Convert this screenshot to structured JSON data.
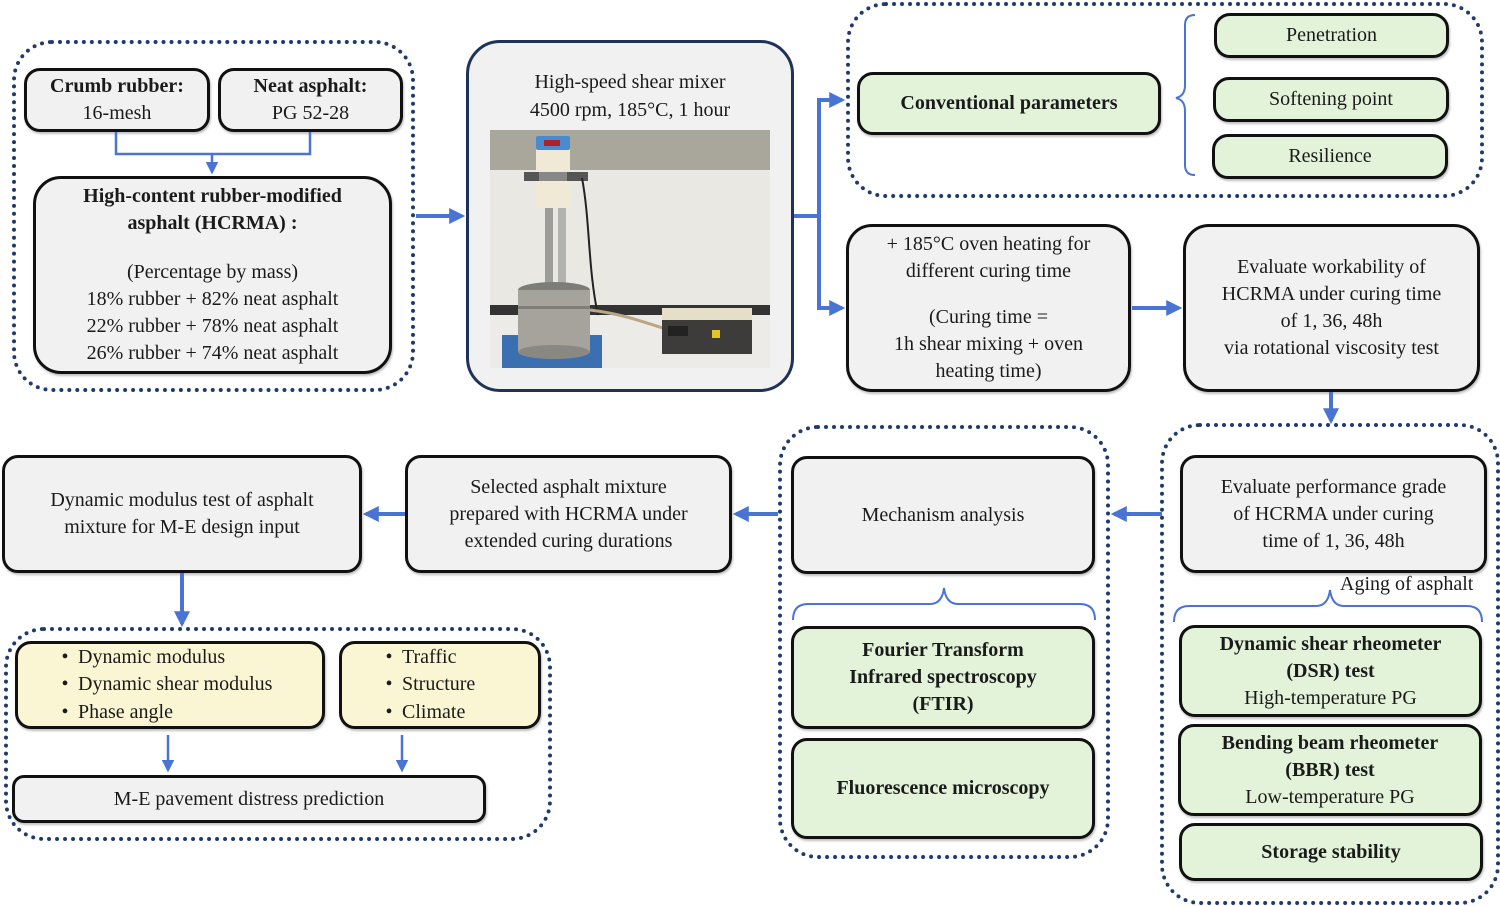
{
  "inputs": {
    "crumb_rubber": {
      "title": "Crumb rubber:",
      "value": "16-mesh"
    },
    "neat_asphalt": {
      "title": "Neat asphalt:",
      "value": "PG 52-28"
    }
  },
  "hcrma": {
    "title_line1": "High-content rubber-modified",
    "title_line2": "asphalt (HCRMA) :",
    "subtitle": "(Percentage by mass)",
    "mixes": [
      "18% rubber + 82% neat asphalt",
      "22% rubber + 78% neat asphalt",
      "26% rubber + 74% neat asphalt"
    ]
  },
  "mixer": {
    "line1": "High-speed shear mixer",
    "line2": "4500 rpm, 185°C, 1 hour",
    "photo": "shear-mixer-photo"
  },
  "conventional": {
    "title": "Conventional parameters",
    "items": [
      "Penetration",
      "Softening point",
      "Resilience"
    ]
  },
  "oven": {
    "line1": "+ 185°C oven heating for",
    "line2": "different curing time",
    "line3": "(Curing time =",
    "line4": "1h shear mixing + oven",
    "line5": "heating time)"
  },
  "workability": {
    "lines": [
      "Evaluate workability of",
      "HCRMA under curing time",
      "of 1, 36, 48h",
      "via rotational viscosity test"
    ]
  },
  "performance": {
    "lines": [
      "Evaluate performance grade",
      "of HCRMA under curing",
      "time of 1, 36, 48h"
    ],
    "aging_label": "Aging of asphalt",
    "tests": [
      {
        "bold": [
          "Dynamic shear rheometer",
          "(DSR) test"
        ],
        "sub": "High-temperature PG"
      },
      {
        "bold": [
          "Bending beam rheometer",
          "(BBR) test"
        ],
        "sub": "Low-temperature PG"
      },
      {
        "bold": [
          "Storage stability"
        ],
        "sub": ""
      }
    ]
  },
  "mechanism": {
    "title": "Mechanism analysis",
    "methods": [
      [
        "Fourier Transform",
        "Infrared spectroscopy",
        "(FTIR)"
      ],
      [
        "Fluorescence microscopy"
      ]
    ]
  },
  "mixture": {
    "lines": [
      "Selected asphalt mixture",
      "prepared with HCRMA under",
      "extended curing durations"
    ]
  },
  "dynamic_modulus": {
    "lines": [
      "Dynamic modulus test of asphalt",
      "mixture for M-E design input"
    ]
  },
  "me_inputs": {
    "material": [
      "Dynamic modulus",
      "Dynamic shear modulus",
      "Phase angle"
    ],
    "site": [
      "Traffic",
      "Structure",
      "Climate"
    ],
    "bullet": "•"
  },
  "me_output": {
    "title": "M-E pavement distress prediction"
  },
  "colors": {
    "arrow": "#4a74d4",
    "dotted_border": "#1f3a6b",
    "gray_box": "#f1f1f1",
    "green_box": "#e2f3da",
    "yellow_box": "#faf6d4"
  }
}
